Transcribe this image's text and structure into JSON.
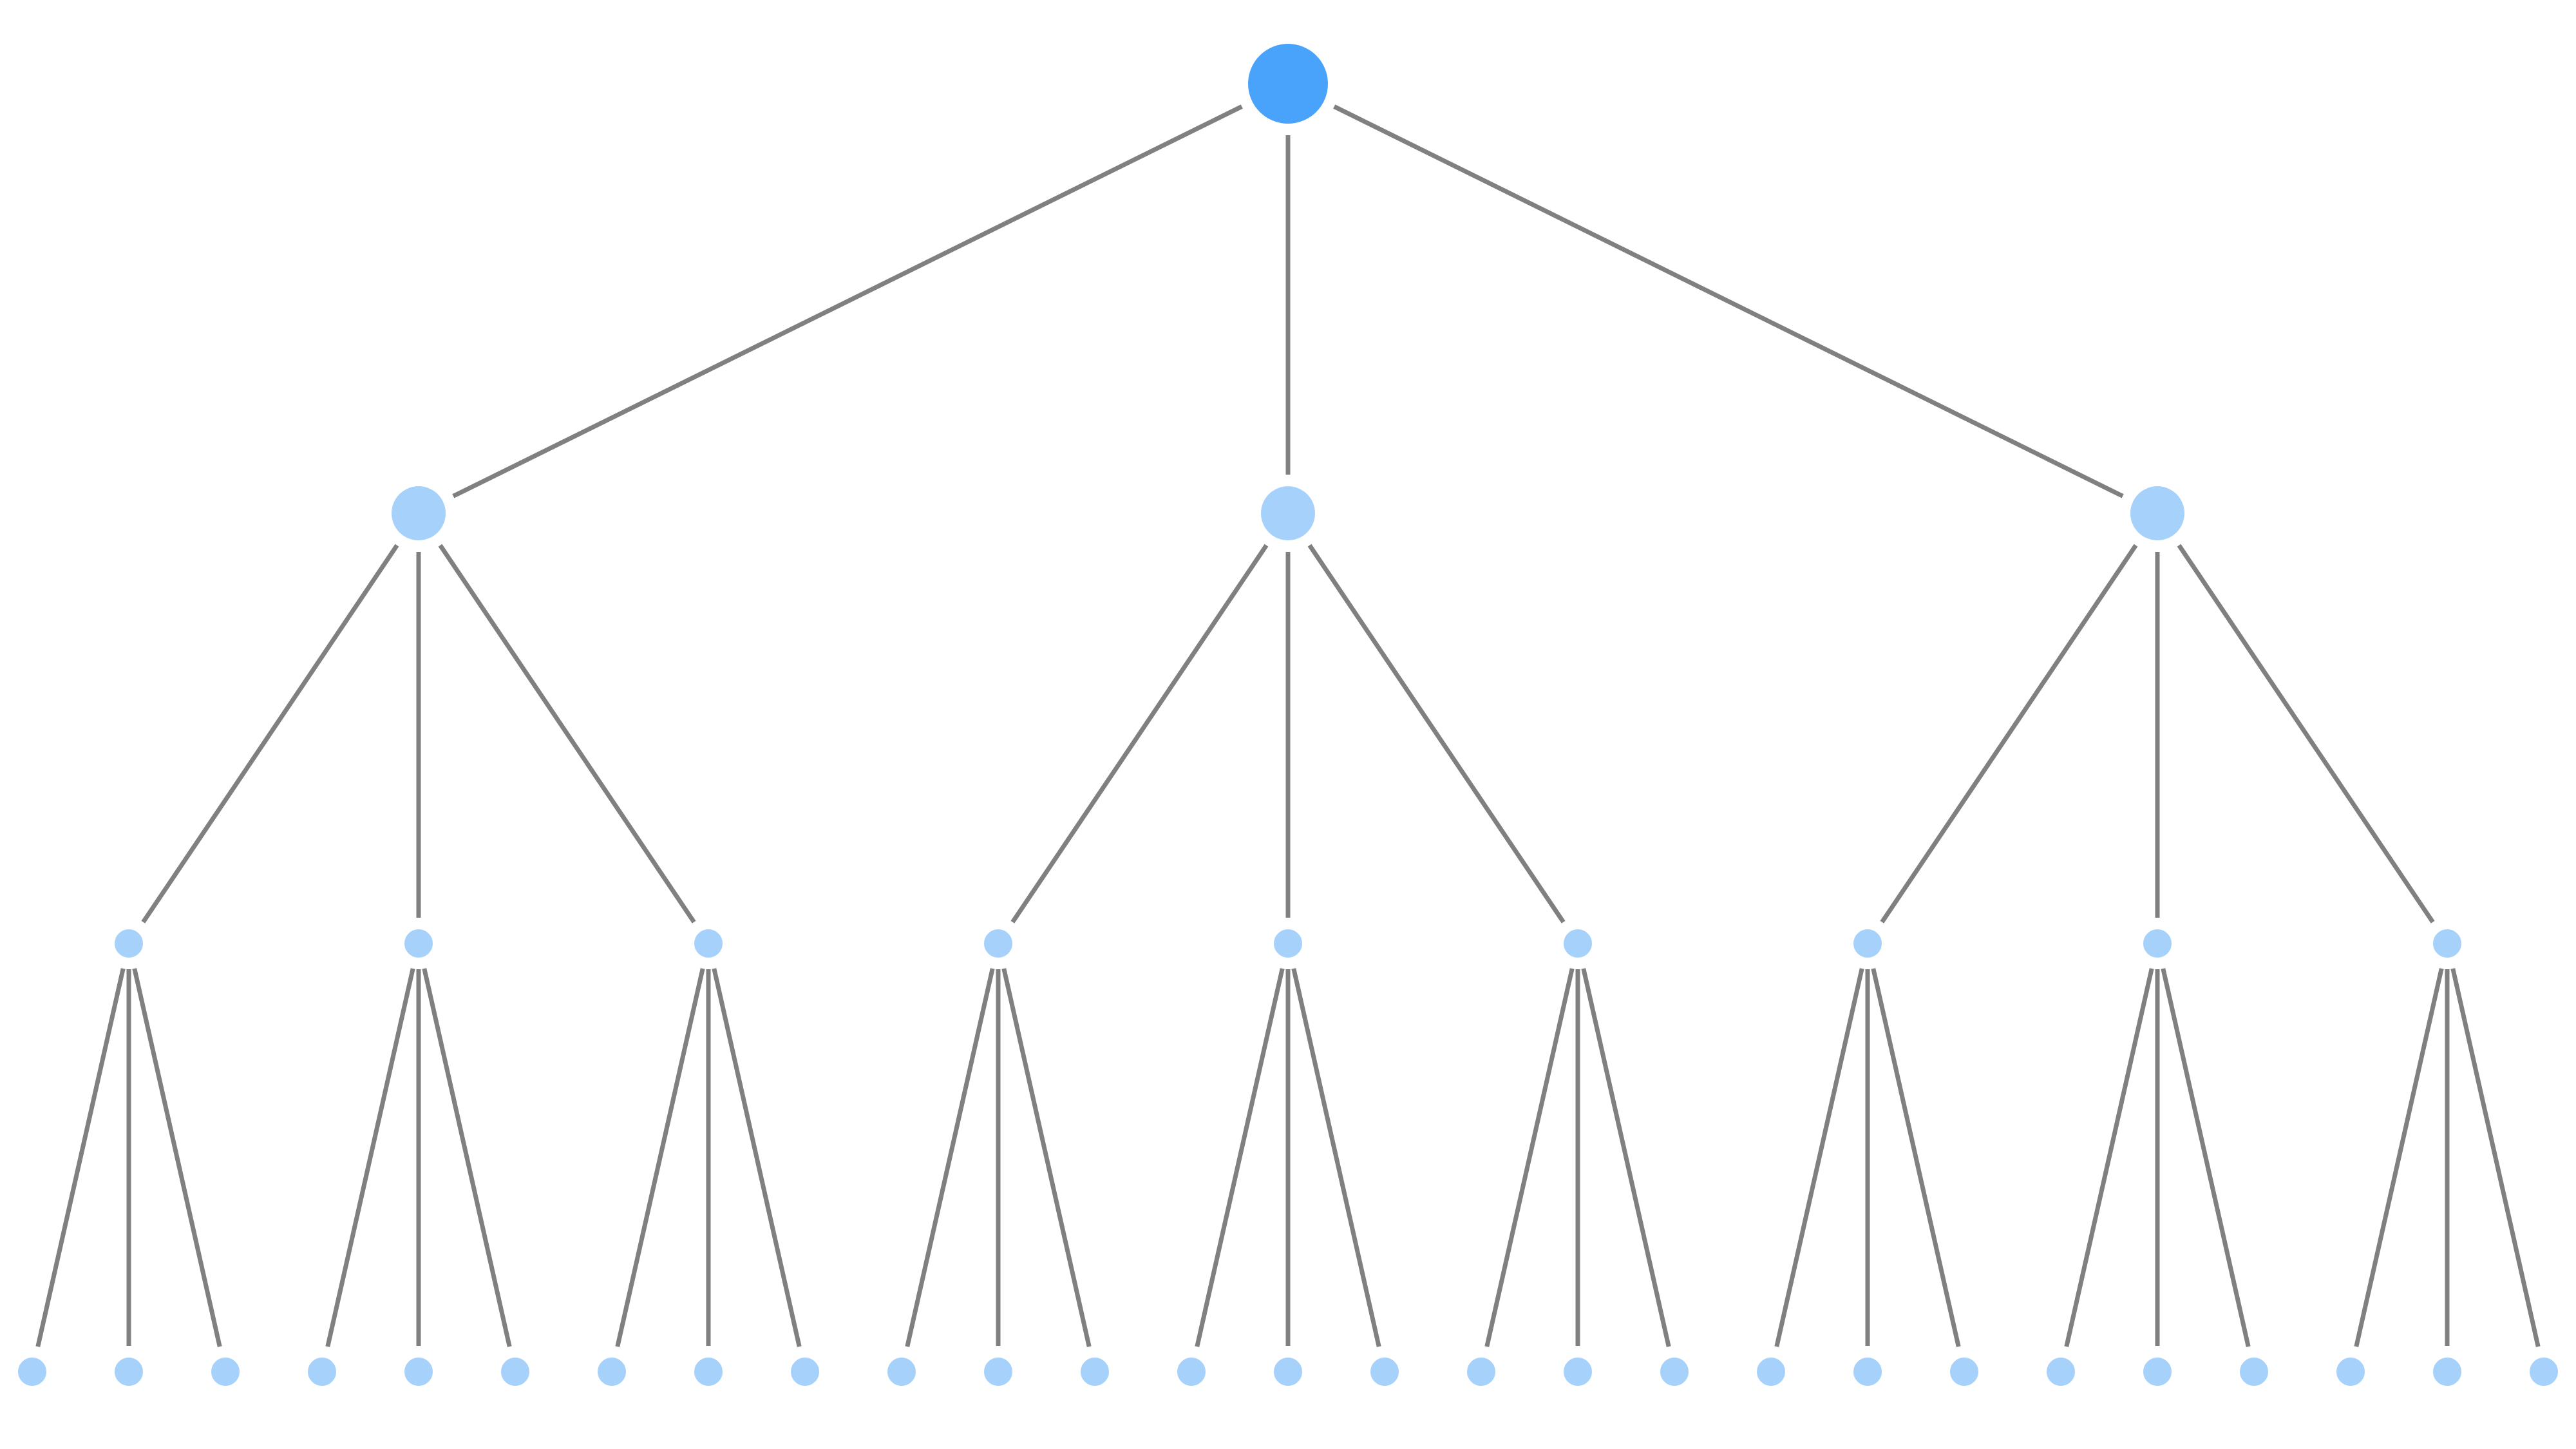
{
  "colors": {
    "background": "#ffffff",
    "edge": "#808080",
    "root_node": "#4aa3fa",
    "child_node": "#a6d1fb",
    "node_outline": "#ffffff"
  },
  "tree": {
    "branching_factor": 3,
    "depth": 3,
    "levels": [
      {
        "level": 0,
        "node_count": 1
      },
      {
        "level": 1,
        "node_count": 3
      },
      {
        "level": 2,
        "node_count": 9
      },
      {
        "level": 3,
        "node_count": 27
      }
    ]
  }
}
